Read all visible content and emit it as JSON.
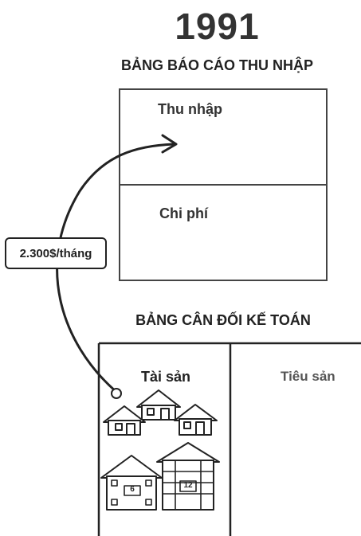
{
  "year": "1991",
  "income_statement": {
    "title": "BẢNG BÁO CÁO THU NHẬP",
    "income_label": "Thu nhập",
    "expense_label": "Chi phí"
  },
  "balance_sheet": {
    "title": "BẢNG CÂN ĐỐI KẾ TOÁN",
    "assets_label": "Tài sản",
    "liabilities_label": "Tiêu sản",
    "building_labels": [
      "6",
      "12"
    ]
  },
  "cashflow_callout": "2.300$/tháng"
}
